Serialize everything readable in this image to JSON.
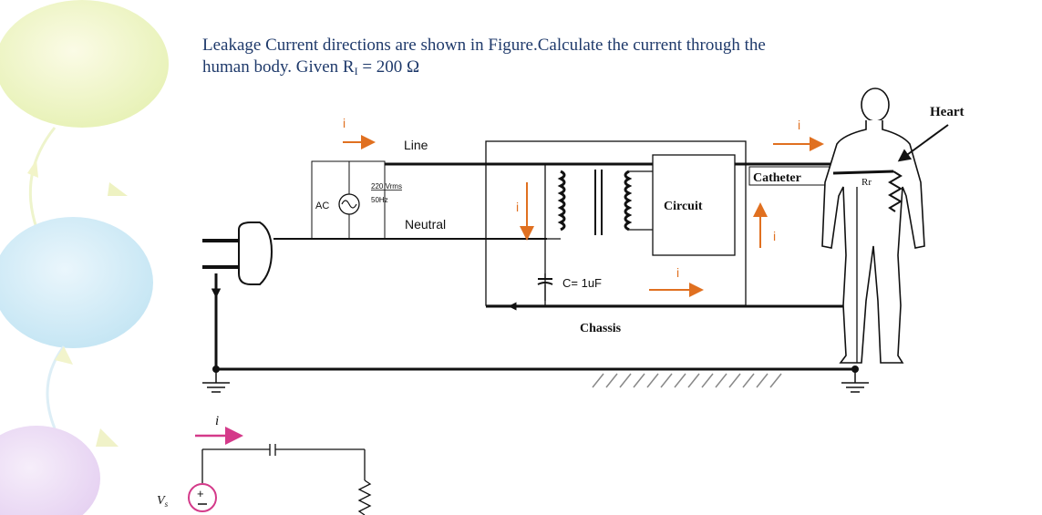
{
  "question": {
    "line1": "Leakage Current directions are shown in Figure.Calculate the current through the",
    "line2_prefix": "human body. Given R",
    "line2_sub": "I",
    "line2_suffix": " = 200 Ω"
  },
  "figure": {
    "line_label": "Line",
    "neutral_label": "Neutral",
    "source_label": "AC",
    "voltage_label": "220 Vrms",
    "freq_label": "50Hz",
    "circuit_label": "Circuit",
    "capacitor_label": "C= 1uF",
    "chassis_label": "Chassis",
    "catheter_label": "Catheter",
    "heart_label": "Heart",
    "resistor_label": "Rr",
    "current_symbol": "i"
  },
  "equivalent": {
    "current_symbol": "i",
    "source_label": "V",
    "source_sub": "s"
  },
  "colors": {
    "arrow": "#e07020",
    "pink_arrow": "#d43a8a",
    "question_text": "#1f3a6b",
    "wire": "#111111"
  }
}
